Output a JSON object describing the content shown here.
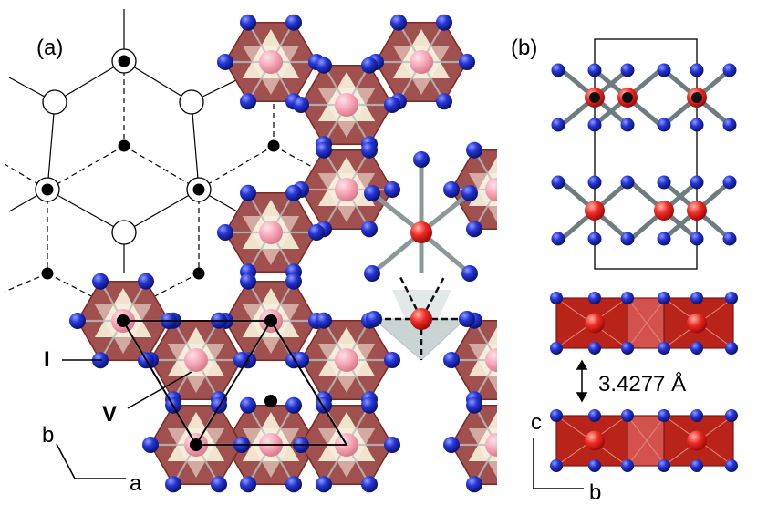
{
  "panels": {
    "a": {
      "label": "(a)",
      "site_I": "I",
      "site_V": "V",
      "axis_a": "a",
      "axis_b": "b"
    },
    "b": {
      "label": "(b)",
      "interlayer_distance": "3.4277 Å",
      "axis_b": "b",
      "axis_c": "c"
    }
  },
  "colors": {
    "octahedron": "#a0504e",
    "octahedron_dark": "#7a2a22",
    "octahedron_face": "#f6ecd6",
    "ligand": "#1c2fc8",
    "metal": "#f0a8b8",
    "metal_red": "#e8201e",
    "bond_gray": "#8a9898",
    "prism_gray": "#a8b8b8"
  },
  "icons": [
    "double-arrow-icon",
    "axis-arrow-icon"
  ]
}
